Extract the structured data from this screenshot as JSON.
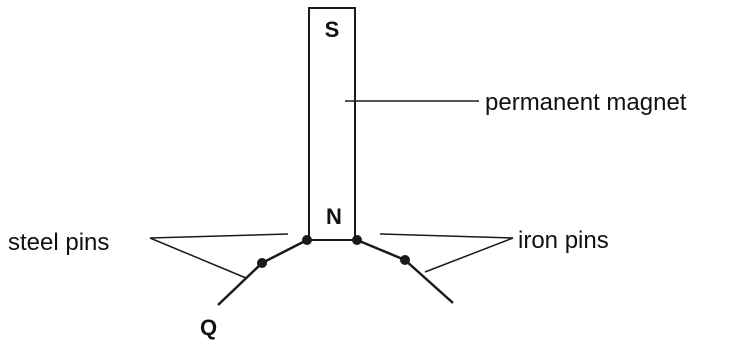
{
  "labels": {
    "south_pole": "S",
    "north_pole": "N",
    "magnet": "permanent magnet",
    "steel": "steel pins",
    "iron": "iron pins",
    "end_point": "Q"
  },
  "colors": {
    "ink": "#1a1a1a",
    "background": "#ffffff"
  }
}
